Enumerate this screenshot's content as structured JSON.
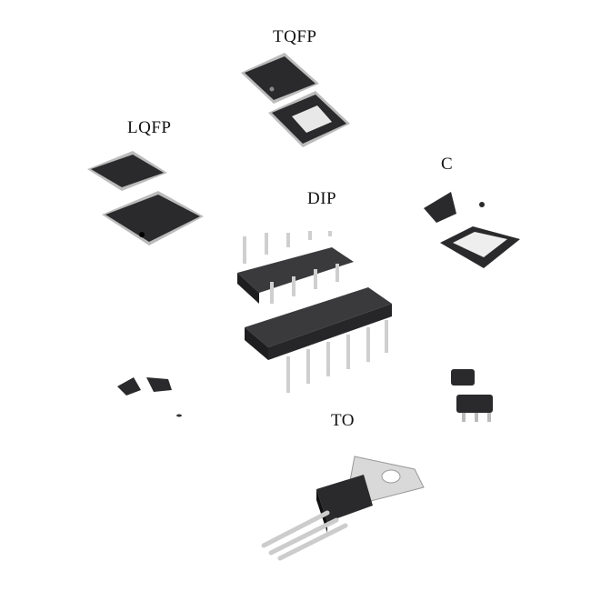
{
  "labels": {
    "tqfp": "TQFP",
    "lqfp": "LQFP",
    "dip": "DIP",
    "qfn_partial": "C",
    "to": "TO"
  },
  "colors": {
    "chip_body": "#2a2a2c",
    "lead": "#c8c8c8",
    "tab": "#d9d9d9"
  }
}
